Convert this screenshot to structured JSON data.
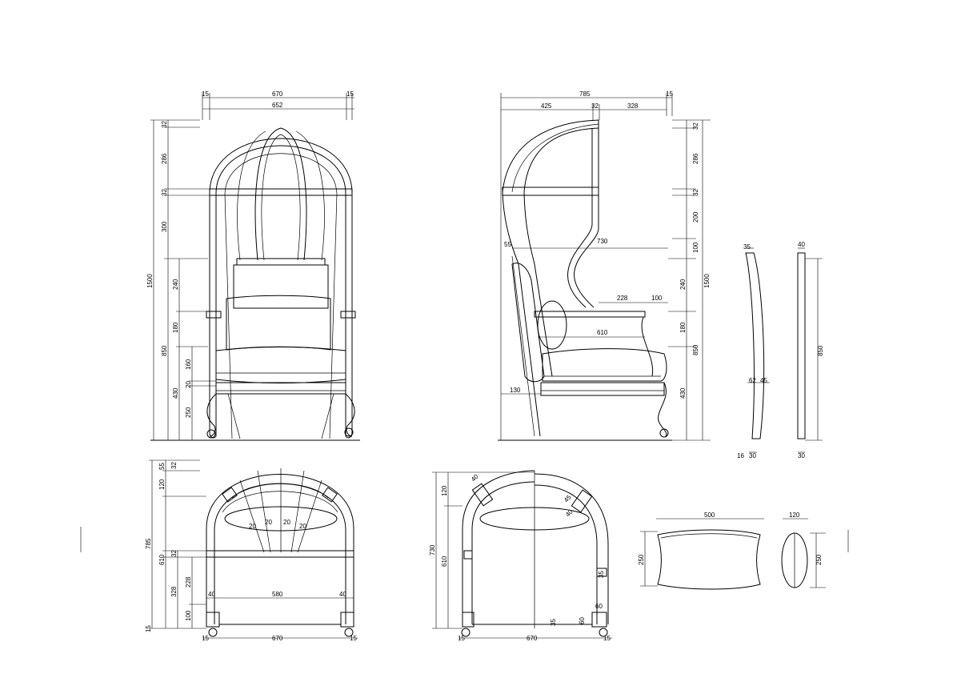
{
  "drawing": {
    "front_view": {
      "top_dims": [
        "15",
        "670",
        "15",
        "652"
      ],
      "left_dims": [
        "1500",
        "32",
        "286",
        "32",
        "300",
        "240",
        "180",
        "850",
        "160",
        "20",
        "430",
        "250"
      ]
    },
    "side_view": {
      "top_dims": [
        "785",
        "15",
        "425",
        "32",
        "328"
      ],
      "inner_dims": [
        "55",
        "730",
        "228",
        "100",
        "610",
        "130"
      ],
      "right_dims": [
        "32",
        "286",
        "32",
        "200",
        "1500",
        "100",
        "240",
        "180",
        "850",
        "430"
      ]
    },
    "profile_views": {
      "curved": [
        "35",
        "62",
        "45",
        "16",
        "30"
      ],
      "straight": [
        "40",
        "850",
        "30"
      ]
    },
    "plan_view": {
      "left_dims": [
        "55",
        "32",
        "120",
        "785",
        "610",
        "32",
        "328",
        "228",
        "100",
        "15"
      ],
      "inner_dims": [
        "40",
        "580",
        "40",
        "20",
        "20",
        "20",
        "20"
      ],
      "bottom_dims": [
        "15",
        "670",
        "15"
      ]
    },
    "section_view": {
      "left_dims": [
        "120",
        "730",
        "610"
      ],
      "inner_dims": [
        "40",
        "45",
        "40",
        "35",
        "60",
        "60",
        "35"
      ],
      "bottom_dims": [
        "15",
        "670",
        "15"
      ]
    },
    "cushion": {
      "dims": [
        "500",
        "250"
      ]
    },
    "roll_cushion": {
      "dims": [
        "120",
        "250"
      ]
    }
  }
}
